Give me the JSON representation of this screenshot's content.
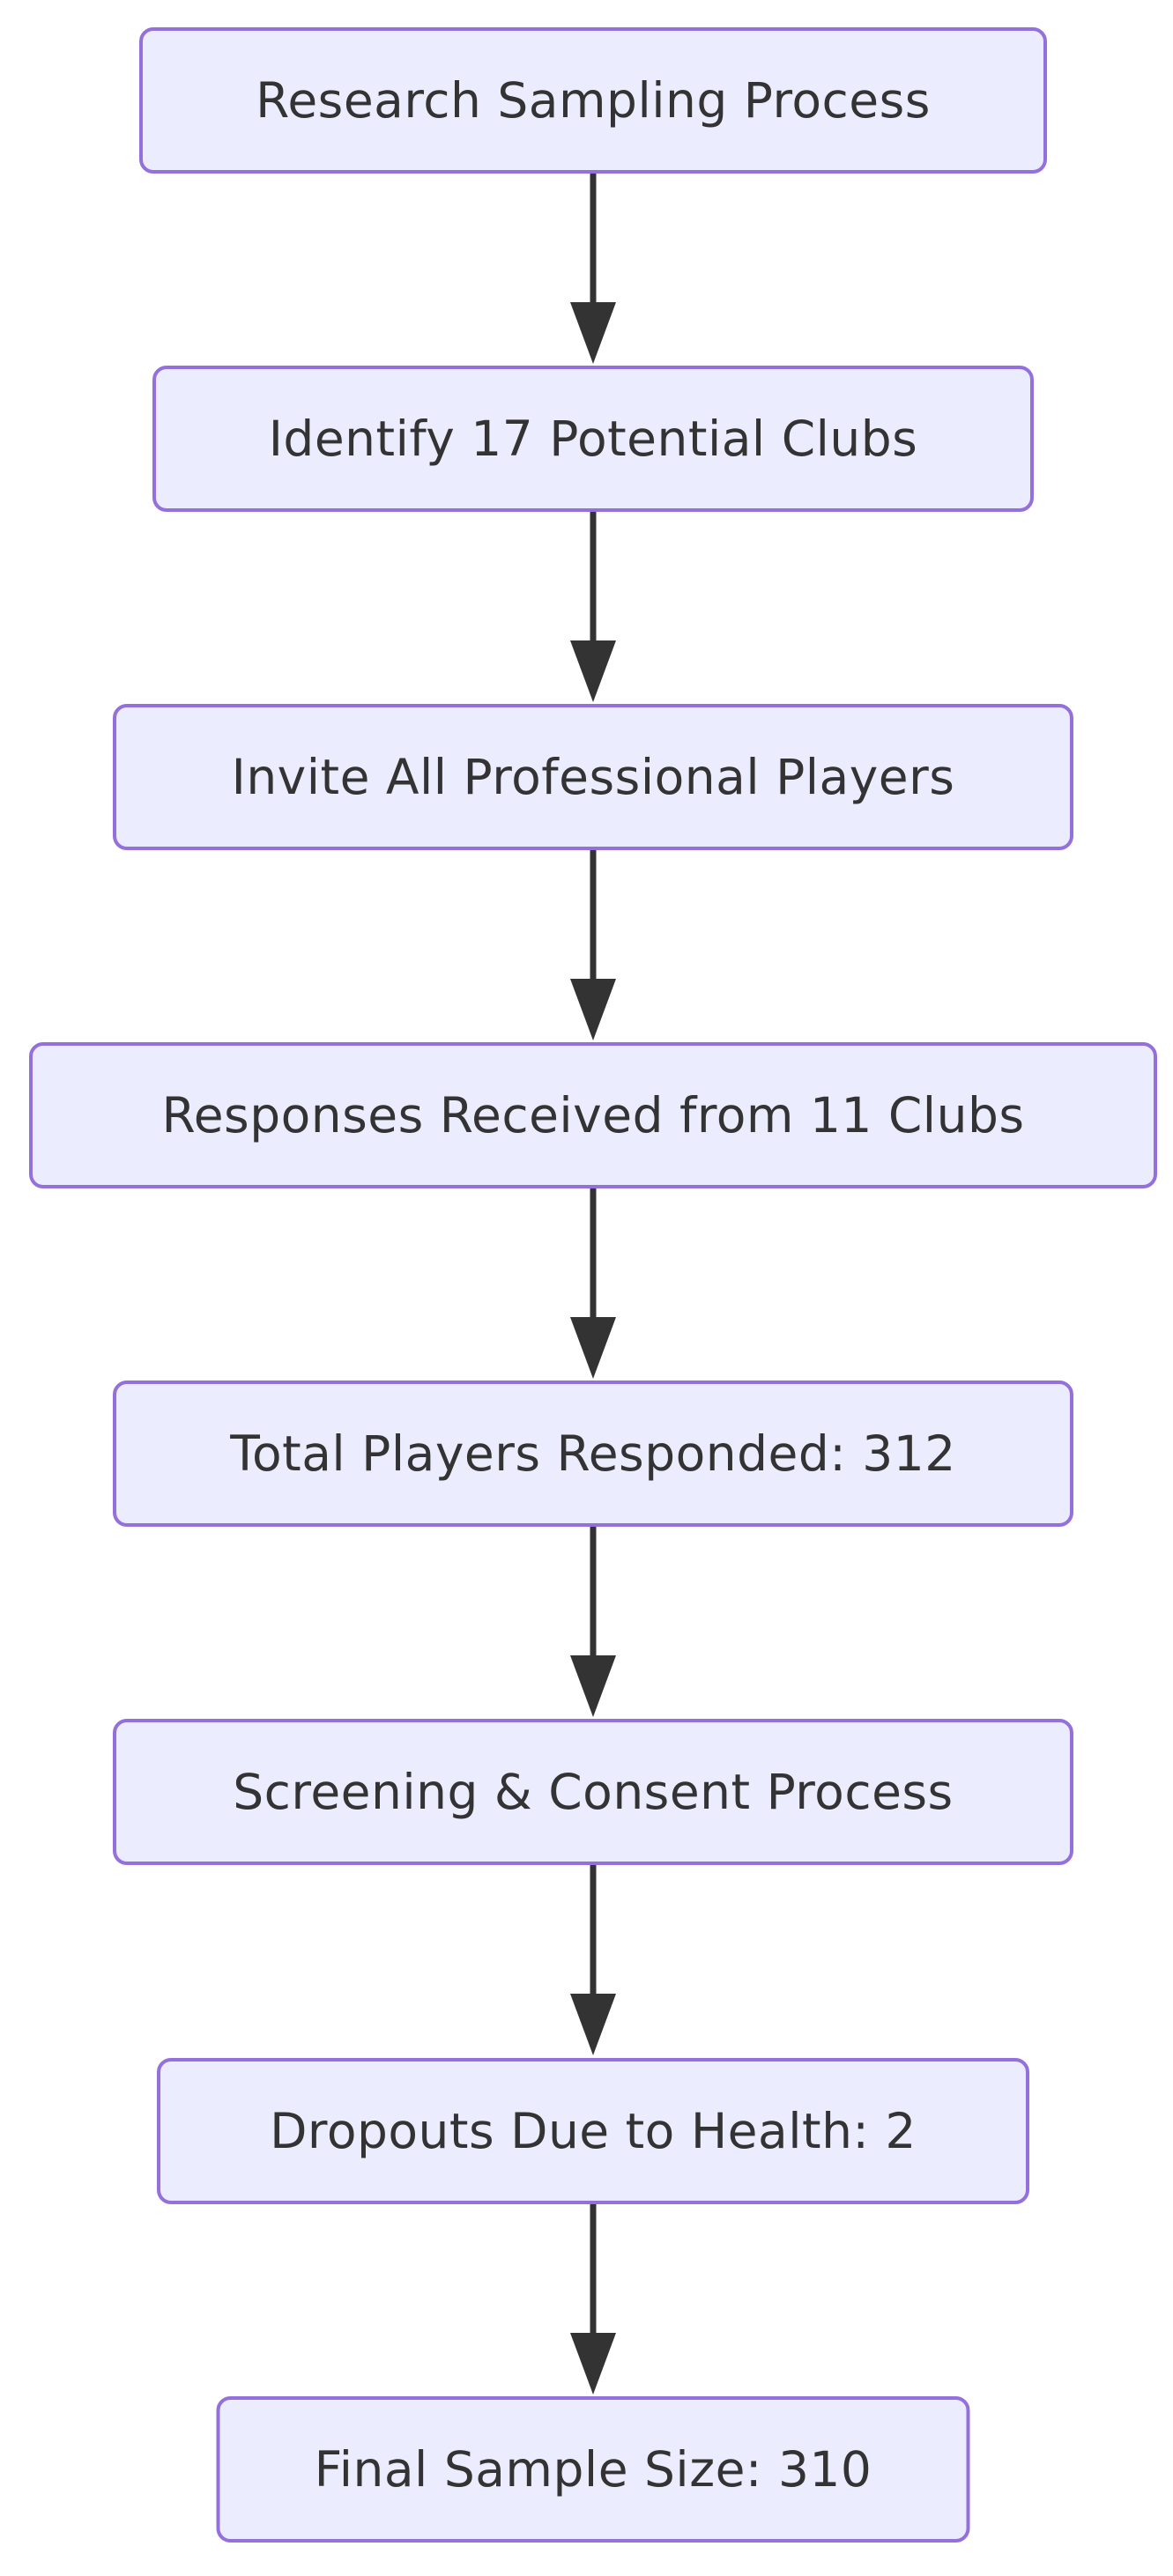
{
  "diagram": {
    "type": "flowchart",
    "direction": "top-down",
    "title": "Research Sampling Process",
    "nodes": [
      {
        "id": "step-1",
        "label": "Research Sampling Process"
      },
      {
        "id": "step-2",
        "label": "Identify 17 Potential Clubs"
      },
      {
        "id": "step-3",
        "label": "Invite All Professional Players"
      },
      {
        "id": "step-4",
        "label": "Responses Received from 11 Clubs"
      },
      {
        "id": "step-5",
        "label": "Total Players Responded: 312"
      },
      {
        "id": "step-6",
        "label": "Screening & Consent Process"
      },
      {
        "id": "step-7",
        "label": "Dropouts Due to Health: 2"
      },
      {
        "id": "step-8",
        "label": "Final Sample Size: 310"
      }
    ],
    "edges": [
      {
        "from": "step-1",
        "to": "step-2"
      },
      {
        "from": "step-2",
        "to": "step-3"
      },
      {
        "from": "step-3",
        "to": "step-4"
      },
      {
        "from": "step-4",
        "to": "step-5"
      },
      {
        "from": "step-5",
        "to": "step-6"
      },
      {
        "from": "step-6",
        "to": "step-7"
      },
      {
        "from": "step-7",
        "to": "step-8"
      }
    ],
    "numbers": {
      "potential_clubs": 17,
      "responding_clubs": 11,
      "players_responded": 312,
      "dropouts_health": 2,
      "final_sample_size": 310
    },
    "colors": {
      "node_fill": "#ECECFF",
      "node_border": "#9370DB",
      "node_text": "#333333",
      "arrow": "#333333",
      "background": "#FFFFFF"
    }
  }
}
